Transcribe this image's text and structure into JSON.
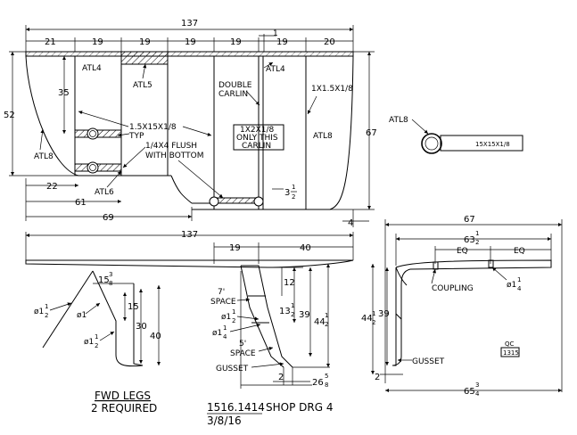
{
  "top_view": {
    "overall_length": "137",
    "segments": [
      "21",
      "19",
      "19",
      "19",
      "19",
      "19",
      "20"
    ],
    "offset_1": "1",
    "height_left": "52",
    "height_right": "67",
    "dim_35": "35",
    "dim_22": "22",
    "dim_61": "61",
    "dim_69": "69",
    "dim_4": "4",
    "dim_3_half": {
      "whole": "3",
      "num": "1",
      "den": "2"
    },
    "callouts": {
      "atl4_left": "ATL4",
      "atl4_right": "ATL4",
      "atl5": "ATL5",
      "atl8_left": "ATL8",
      "atl8_right": "ATL8",
      "atl6": "ATL6",
      "double_carlin_1": "DOUBLE",
      "double_carlin_2": "CARLIN",
      "member_typ_1": "1.5X15X1/8",
      "member_typ_2": "TYP",
      "flush_1": "1/4X4 FLUSH",
      "flush_2": "WITH BOTTOM",
      "carlin_box_1": "1X2X1/8",
      "carlin_box_2": "ONLY THIS",
      "carlin_box_3": "CARLIN",
      "member_right": "1X1.5X1/8"
    }
  },
  "section_detail": {
    "callout": "ATL8",
    "member": "15X15X1/8"
  },
  "side_view": {
    "overall_length": "137",
    "dim_19": "19",
    "dim_40": "40"
  },
  "fwd_legs": {
    "dim_15_3_8": {
      "whole": "15",
      "num": "3",
      "den": "8"
    },
    "dia_1_half_a": {
      "sym": "ø1",
      "num": "1",
      "den": "2"
    },
    "dia_1": "ø1",
    "dia_1_half_b": {
      "sym": "ø1",
      "num": "1",
      "den": "2"
    },
    "dim_15": "15",
    "dim_30": "30",
    "dim_40": "40",
    "title": "FWD LEGS",
    "subtitle": "2 REQUIRED"
  },
  "mid_legs": {
    "space_7": "7'",
    "space_7_word": "SPACE",
    "space_5": "5'",
    "space_5_word": "SPACE",
    "dia_1_half": {
      "sym": "ø1",
      "num": "1",
      "den": "2"
    },
    "dia_1_quarter": {
      "sym": "ø1",
      "num": "1",
      "den": "4"
    },
    "gusset": "GUSSET",
    "dim_12": "12",
    "dim_13_half": {
      "whole": "13",
      "num": "1",
      "den": "2"
    },
    "dim_39": "39",
    "dim_44_half": {
      "whole": "44",
      "num": "1",
      "den": "2"
    },
    "dim_2": "2",
    "dim_26_5_8": {
      "whole": "26",
      "num": "5",
      "den": "8"
    }
  },
  "end_view": {
    "dim_67": "67",
    "dim_63_half": {
      "whole": "63",
      "num": "1",
      "den": "2"
    },
    "eq_1": "EQ",
    "eq_2": "EQ",
    "coupling": "COUPLING",
    "dia_1_quarter": {
      "sym": "ø1",
      "num": "1",
      "den": "4"
    },
    "dim_44_half": {
      "whole": "44",
      "num": "1",
      "den": "2"
    },
    "dim_39": "39",
    "gusset": "GUSSET",
    "qc_label": "QC",
    "qc_value": "1315",
    "dim_2": "2",
    "dim_65_3_4": {
      "whole": "65",
      "num": "3",
      "den": "4"
    }
  },
  "title_block": {
    "drawing_number": "1516.1414",
    "drawing_name": "SHOP DRG 4",
    "date": "3/8/16"
  }
}
